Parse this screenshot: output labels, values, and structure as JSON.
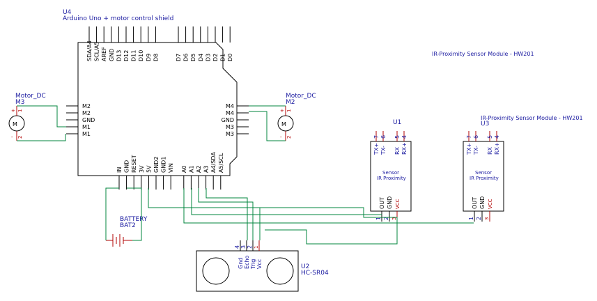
{
  "uno": {
    "ref": "U4",
    "value": "Arduino Uno + motor control shield",
    "top_pins": [
      "SDA/A4",
      "SCL/A5",
      "AREF",
      "GND",
      "D13",
      "D12",
      "D11",
      "D10",
      "D9",
      "D8",
      "D7",
      "D6",
      "D5",
      "D4",
      "D3",
      "D2",
      "D1",
      "D0"
    ],
    "left_pins": [
      "M2",
      "M2",
      "GND",
      "M1",
      "M1"
    ],
    "right_pins": [
      "M4",
      "M4",
      "GND",
      "M3",
      "M3"
    ],
    "bottom_pins": [
      "IN",
      "GND",
      "RESET",
      "3V",
      "5V",
      "GND2",
      "GND1",
      "VIN",
      "A0",
      "A1",
      "A2",
      "A3",
      "A4/SDA",
      "A5/SCL"
    ]
  },
  "header_label": "IR-Proximity Sensor Module - HW201",
  "motor3": {
    "value": "Motor_DC",
    "ref": "M3",
    "plus": "+",
    "minus": "-",
    "pin1": "1",
    "pin2": "2",
    "symbol": "M"
  },
  "motor2": {
    "value": "Motor_DC",
    "ref": "M2",
    "plus": "+",
    "minus": "-",
    "pin1": "1",
    "pin2": "2",
    "symbol": "M"
  },
  "u1": {
    "ref": "U1",
    "pins_top": [
      "TX+",
      "TX-",
      "RX",
      "RX+"
    ],
    "nums_top": [
      "7",
      "6",
      "5",
      "4"
    ],
    "center_1": "Sensor",
    "center_2": "IR Proximity",
    "pins_bottom": [
      "OUT",
      "GND",
      "VCC"
    ],
    "nums_bottom": [
      "1",
      "2",
      "3"
    ]
  },
  "u3": {
    "ref": "U3",
    "value": "IR-Proximity Sensor Module - HW201",
    "pins_top": [
      "TX+",
      "TX-",
      "RX",
      "RX+"
    ],
    "nums_top": [
      "7",
      "6",
      "5",
      "4"
    ],
    "center_1": "Sensor",
    "center_2": "IR Proximity",
    "pins_bottom": [
      "OUT",
      "GND",
      "VCC"
    ],
    "nums_bottom": [
      "1",
      "2",
      "3"
    ]
  },
  "battery": {
    "value": "BATTERY",
    "ref": "BAT2"
  },
  "u2": {
    "ref": "U2",
    "value": "HC-SR04",
    "pins": [
      "Gnd",
      "Echo",
      "Trig",
      "Vcc"
    ],
    "nums": [
      "4",
      "3",
      "2",
      "1"
    ]
  }
}
